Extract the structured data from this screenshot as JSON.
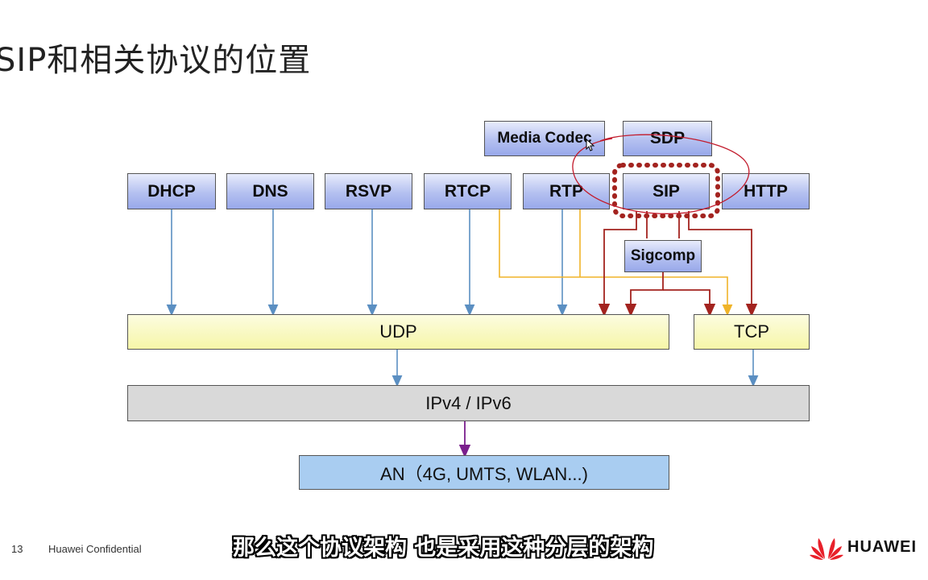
{
  "title": "SIP和相关协议的位置",
  "protocols": {
    "media_codec": "Media Codec",
    "sdp": "SDP",
    "dhcp": "DHCP",
    "dns": "DNS",
    "rsvp": "RSVP",
    "rtcp": "RTCP",
    "rtp": "RTP",
    "sip": "SIP",
    "http": "HTTP",
    "sigcomp": "Sigcomp"
  },
  "layers": {
    "udp": "UDP",
    "tcp": "TCP",
    "ip": "IPv4 / IPv6",
    "an": "AN（4G, UMTS, WLAN...)"
  },
  "colors": {
    "blue_arrow": "#5b8fc2",
    "yellow_line": "#f0b429",
    "dark_red": "#a3231f",
    "purple_arrow": "#7a1f8c",
    "red_ellipse": "#c21b2c",
    "huawei_red": "#e8202a"
  },
  "footer": {
    "page": "13",
    "confidential": "Huawei Confidential",
    "brand": "HUAWEI"
  },
  "subtitle": "那么这个协议架构 也是采用这种分层的架构"
}
